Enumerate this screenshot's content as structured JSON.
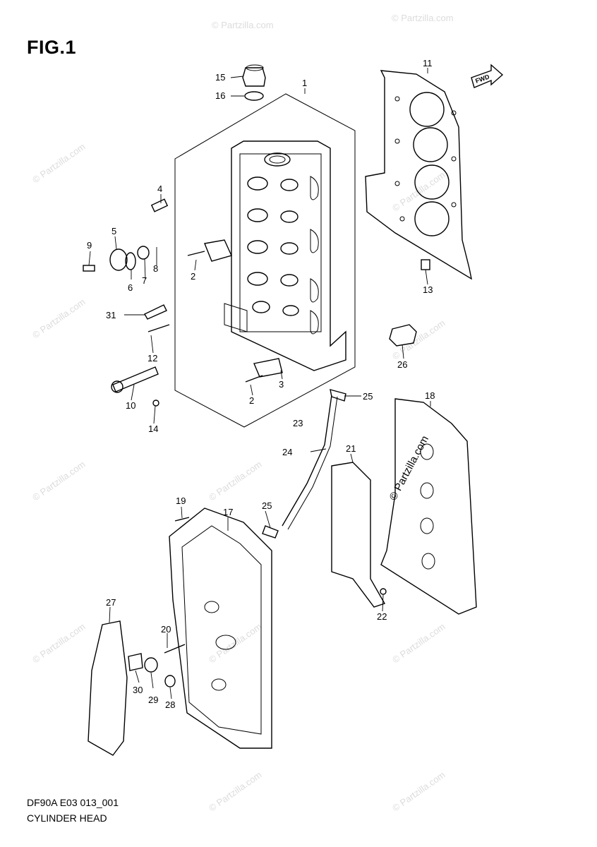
{
  "figure": {
    "title": "FIG.1",
    "code": "DF90A E03 013_001",
    "name": "CYLINDER HEAD"
  },
  "orientation_badge": {
    "label": "FWD"
  },
  "watermark": {
    "text": "© Partzilla.com"
  },
  "callouts": [
    {
      "label": "1"
    },
    {
      "label": "2"
    },
    {
      "label": "2"
    },
    {
      "label": "3"
    },
    {
      "label": "4"
    },
    {
      "label": "5"
    },
    {
      "label": "6"
    },
    {
      "label": "7"
    },
    {
      "label": "8"
    },
    {
      "label": "9"
    },
    {
      "label": "10"
    },
    {
      "label": "11"
    },
    {
      "label": "12"
    },
    {
      "label": "13"
    },
    {
      "label": "14"
    },
    {
      "label": "15"
    },
    {
      "label": "16"
    },
    {
      "label": "17"
    },
    {
      "label": "18"
    },
    {
      "label": "19"
    },
    {
      "label": "20"
    },
    {
      "label": "21"
    },
    {
      "label": "22"
    },
    {
      "label": "23"
    },
    {
      "label": "24"
    },
    {
      "label": "25"
    },
    {
      "label": "25"
    },
    {
      "label": "26"
    },
    {
      "label": "27"
    },
    {
      "label": "28"
    },
    {
      "label": "29"
    },
    {
      "label": "30"
    },
    {
      "label": "31"
    }
  ]
}
